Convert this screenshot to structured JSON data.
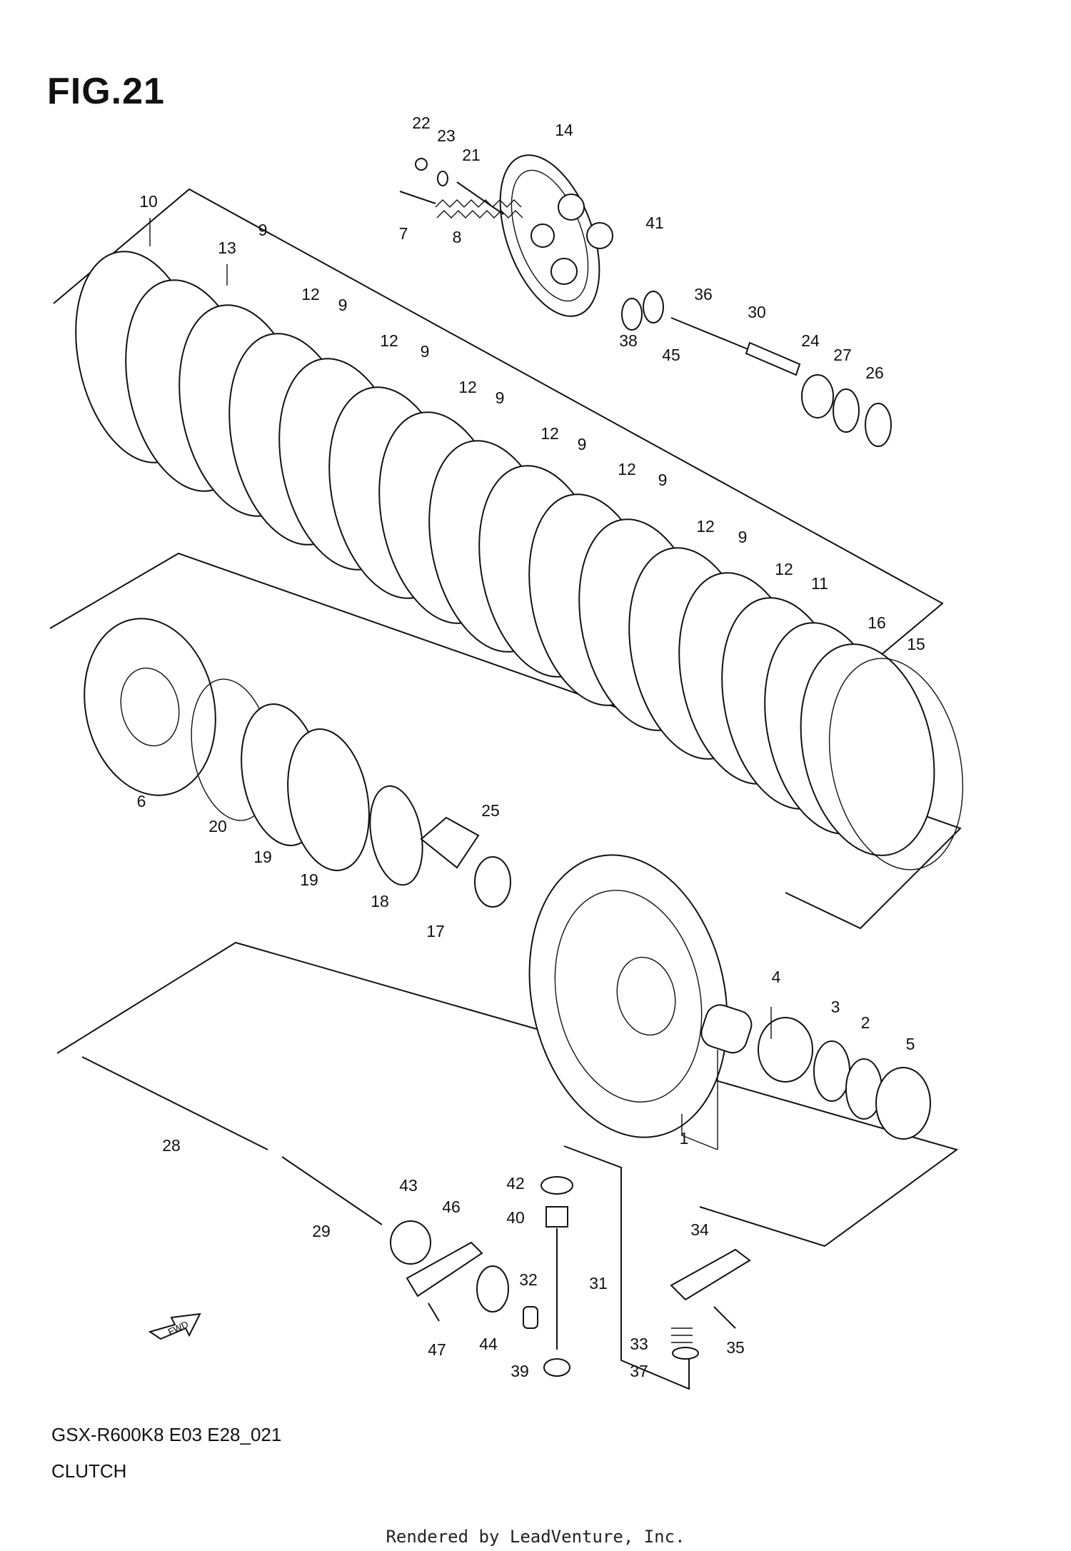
{
  "figure": {
    "title": "FIG.21",
    "model_code": "GSX-R600K8 E03 E28_021",
    "section_name": "CLUTCH",
    "credit": "Rendered by LeadVenture, Inc.",
    "arrow_label": "FWD"
  },
  "part_labels": [
    {
      "id": "p22",
      "text": "22"
    },
    {
      "id": "p23",
      "text": "23"
    },
    {
      "id": "p21",
      "text": "21"
    },
    {
      "id": "p14",
      "text": "14"
    },
    {
      "id": "p7",
      "text": "7"
    },
    {
      "id": "p8",
      "text": "8"
    },
    {
      "id": "p41",
      "text": "41"
    },
    {
      "id": "p38",
      "text": "38"
    },
    {
      "id": "p45",
      "text": "45"
    },
    {
      "id": "p36",
      "text": "36"
    },
    {
      "id": "p30",
      "text": "30"
    },
    {
      "id": "p24",
      "text": "24"
    },
    {
      "id": "p27",
      "text": "27"
    },
    {
      "id": "p26",
      "text": "26"
    },
    {
      "id": "p10",
      "text": "10"
    },
    {
      "id": "p13",
      "text": "13"
    },
    {
      "id": "p9a",
      "text": "9"
    },
    {
      "id": "p12a",
      "text": "12"
    },
    {
      "id": "p9b",
      "text": "9"
    },
    {
      "id": "p12b",
      "text": "12"
    },
    {
      "id": "p9c",
      "text": "9"
    },
    {
      "id": "p12c",
      "text": "12"
    },
    {
      "id": "p9d",
      "text": "9"
    },
    {
      "id": "p12d",
      "text": "12"
    },
    {
      "id": "p9e",
      "text": "9"
    },
    {
      "id": "p12e",
      "text": "12"
    },
    {
      "id": "p9f",
      "text": "9"
    },
    {
      "id": "p12f",
      "text": "12"
    },
    {
      "id": "p9g",
      "text": "9"
    },
    {
      "id": "p12g",
      "text": "12"
    },
    {
      "id": "p11",
      "text": "11"
    },
    {
      "id": "p16",
      "text": "16"
    },
    {
      "id": "p15",
      "text": "15"
    },
    {
      "id": "p6",
      "text": "6"
    },
    {
      "id": "p20",
      "text": "20"
    },
    {
      "id": "p19a",
      "text": "19"
    },
    {
      "id": "p19b",
      "text": "19"
    },
    {
      "id": "p18",
      "text": "18"
    },
    {
      "id": "p17",
      "text": "17"
    },
    {
      "id": "p25",
      "text": "25"
    },
    {
      "id": "p4",
      "text": "4"
    },
    {
      "id": "p3",
      "text": "3"
    },
    {
      "id": "p2",
      "text": "2"
    },
    {
      "id": "p5",
      "text": "5"
    },
    {
      "id": "p1",
      "text": "1"
    },
    {
      "id": "p28",
      "text": "28"
    },
    {
      "id": "p29",
      "text": "29"
    },
    {
      "id": "p43",
      "text": "43"
    },
    {
      "id": "p46",
      "text": "46"
    },
    {
      "id": "p42",
      "text": "42"
    },
    {
      "id": "p40",
      "text": "40"
    },
    {
      "id": "p32",
      "text": "32"
    },
    {
      "id": "p31",
      "text": "31"
    },
    {
      "id": "p34",
      "text": "34"
    },
    {
      "id": "p33",
      "text": "33"
    },
    {
      "id": "p35",
      "text": "35"
    },
    {
      "id": "p37",
      "text": "37"
    },
    {
      "id": "p39",
      "text": "39"
    },
    {
      "id": "p47",
      "text": "47"
    },
    {
      "id": "p44",
      "text": "44"
    }
  ]
}
